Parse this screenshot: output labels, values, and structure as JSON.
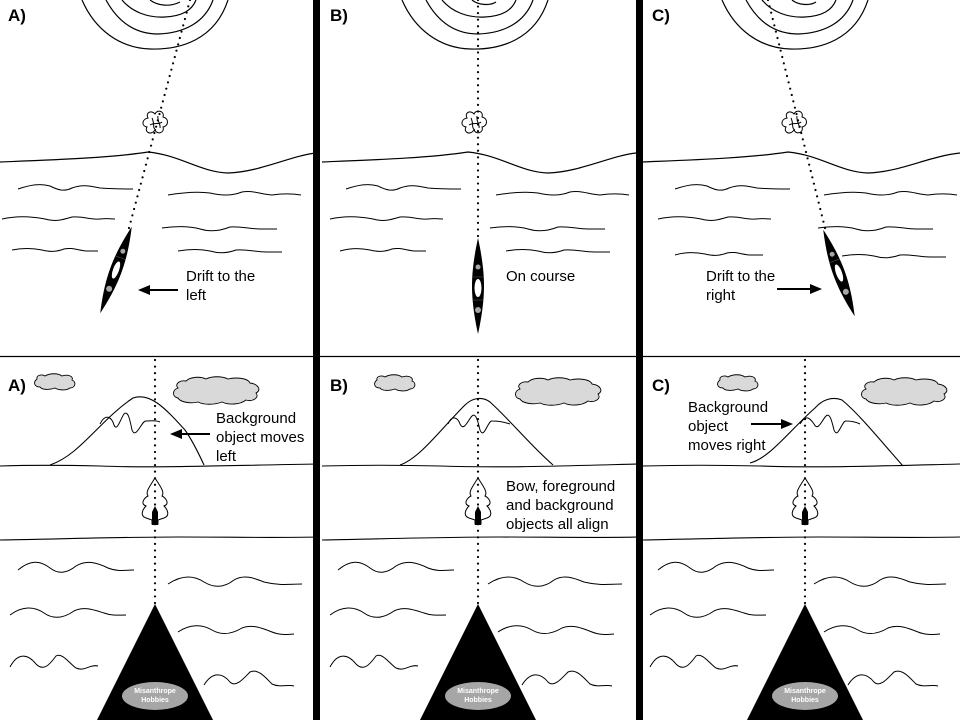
{
  "colors": {
    "ink": "#000000",
    "background": "#ffffff",
    "cloud_fill": "#d9d9d9",
    "logo_fill": "#a6a6a6",
    "kayak_spot": "#a6a6a6"
  },
  "panels": [
    {
      "id": "A",
      "top_label": "A)",
      "top_caption": "Drift to the\nleft",
      "top_arrow_direction": "left",
      "kayak_heading": "drift-left",
      "bottom_label": "A)",
      "bottom_caption": "Background\nobject moves\nleft",
      "bottom_arrow_direction": "left",
      "mountain_shift": "left",
      "logo_line1": "Misanthrope",
      "logo_line2": "Hobbies"
    },
    {
      "id": "B",
      "top_label": "B)",
      "top_caption": "On course",
      "top_arrow_direction": "none",
      "kayak_heading": "straight",
      "bottom_label": "B)",
      "bottom_caption": "Bow, foreground\nand background\nobjects all align",
      "bottom_arrow_direction": "none",
      "mountain_shift": "center",
      "logo_line1": "Misanthrope",
      "logo_line2": "Hobbies"
    },
    {
      "id": "C",
      "top_label": "C)",
      "top_caption": "Drift to the\nright",
      "top_arrow_direction": "right",
      "kayak_heading": "drift-right",
      "bottom_label": "C)",
      "bottom_caption": "Background\nobject\nmoves right",
      "bottom_arrow_direction": "right",
      "mountain_shift": "right",
      "logo_line1": "Misanthrope",
      "logo_line2": "Hobbies"
    }
  ]
}
